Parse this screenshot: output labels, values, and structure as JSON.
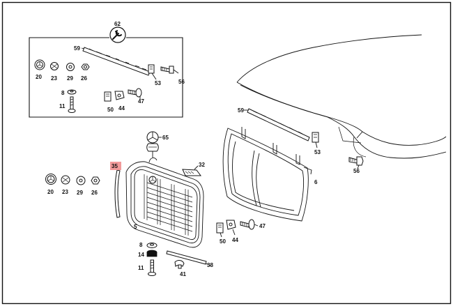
{
  "parts": {
    "p62": "62",
    "p59a": "59",
    "p20a": "20",
    "p23a": "23",
    "p29a": "29",
    "p26a": "26",
    "p53a": "53",
    "p56a": "56",
    "p8a": "8",
    "p11a": "11",
    "p50a": "50",
    "p44a": "44",
    "p47a": "47",
    "p65": "65",
    "p35": "35",
    "p32": "32",
    "p20b": "20",
    "p23b": "23",
    "p29b": "29",
    "p26b": "26",
    "p5": "5",
    "p6": "6",
    "p59b": "59",
    "p53b": "53",
    "p56b": "56",
    "p50b": "50",
    "p44b": "44",
    "p47b": "47",
    "p8b": "8",
    "p14": "14",
    "p11b": "11",
    "p41": "41",
    "p38": "38"
  },
  "highlight": {
    "part": "35",
    "color": "#f29a9a"
  }
}
